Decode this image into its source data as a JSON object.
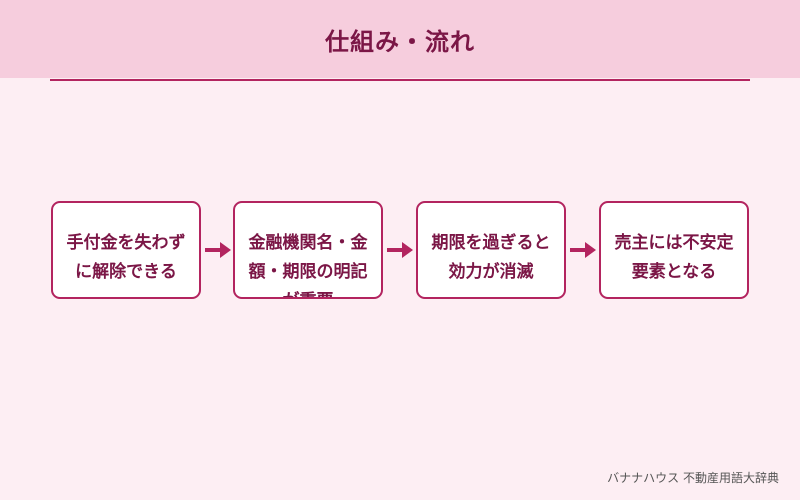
{
  "title": "仕組み・流れ",
  "steps": [
    {
      "label": "手付金を失わずに解除できる"
    },
    {
      "label": "金融機関名・金額・期限の明記が重要"
    },
    {
      "label": "期限を過ぎると効力が消滅"
    },
    {
      "label": "売主には不安定要素となる"
    }
  ],
  "footer": "バナナハウス 不動産用語大辞典",
  "colors": {
    "accent": "#b3245f",
    "title_text": "#7b1646",
    "header_band": "#f6cddd",
    "background": "#fdeef3",
    "box_fill": "#ffffff"
  }
}
